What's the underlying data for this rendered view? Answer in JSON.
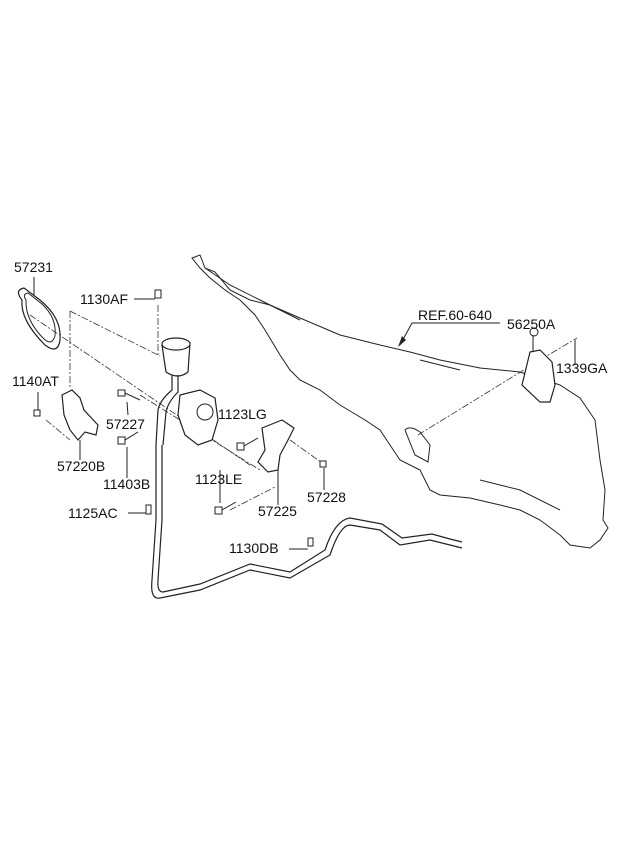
{
  "diagram": {
    "labels": {
      "p57231": "57231",
      "p1130AF": "1130AF",
      "ref": "REF.60-640",
      "p56250A": "56250A",
      "p1339GA": "1339GA",
      "p1140AT": "1140AT",
      "p1123LG": "1123LG",
      "p57227": "57227",
      "p57220B": "57220B",
      "p11403B": "11403B",
      "p1123LE": "1123LE",
      "p57228": "57228",
      "p57225": "57225",
      "p1125AC": "1125AC",
      "p1130DB": "1130DB"
    }
  }
}
